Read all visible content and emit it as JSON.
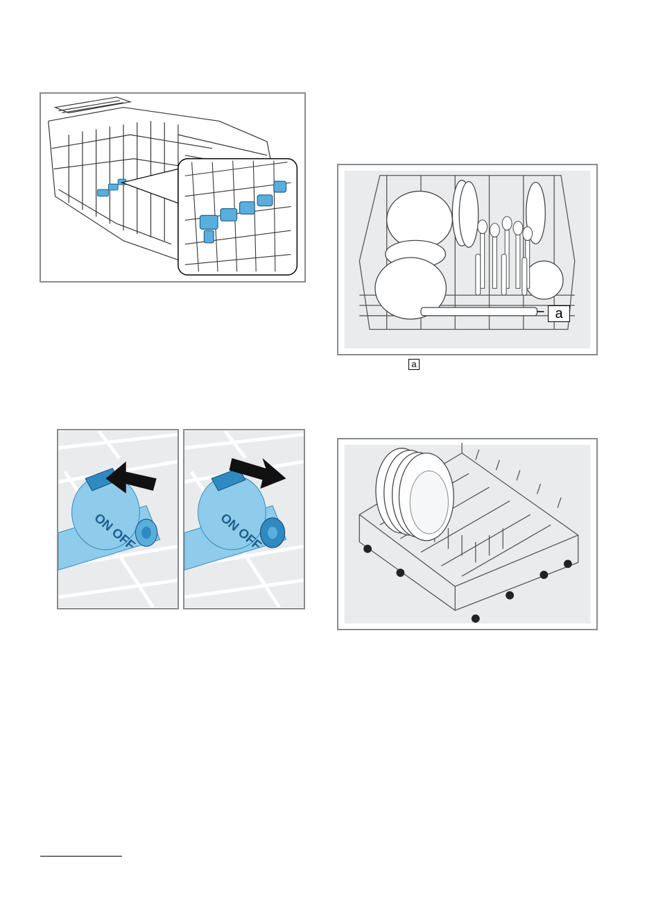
{
  "figures": {
    "rack_rails": {
      "icon": "upper-rack-rails-illustration"
    },
    "lever_on": {
      "icon": "rotary-switch-on-illustration",
      "label": "ON OFF"
    },
    "lever_off": {
      "icon": "rotary-switch-off-illustration",
      "label": "ON OFF"
    },
    "upper_basket": {
      "icon": "upper-basket-loaded-illustration",
      "callout": "a"
    },
    "lower_basket": {
      "icon": "lower-basket-plates-illustration"
    }
  },
  "legend": {
    "callout": "a"
  },
  "colors": {
    "accent_blue": "#5aaedb",
    "dark_blue": "#2f8ac2",
    "panel_gray": "#e9ebed",
    "frame": "#8a8a8a"
  }
}
